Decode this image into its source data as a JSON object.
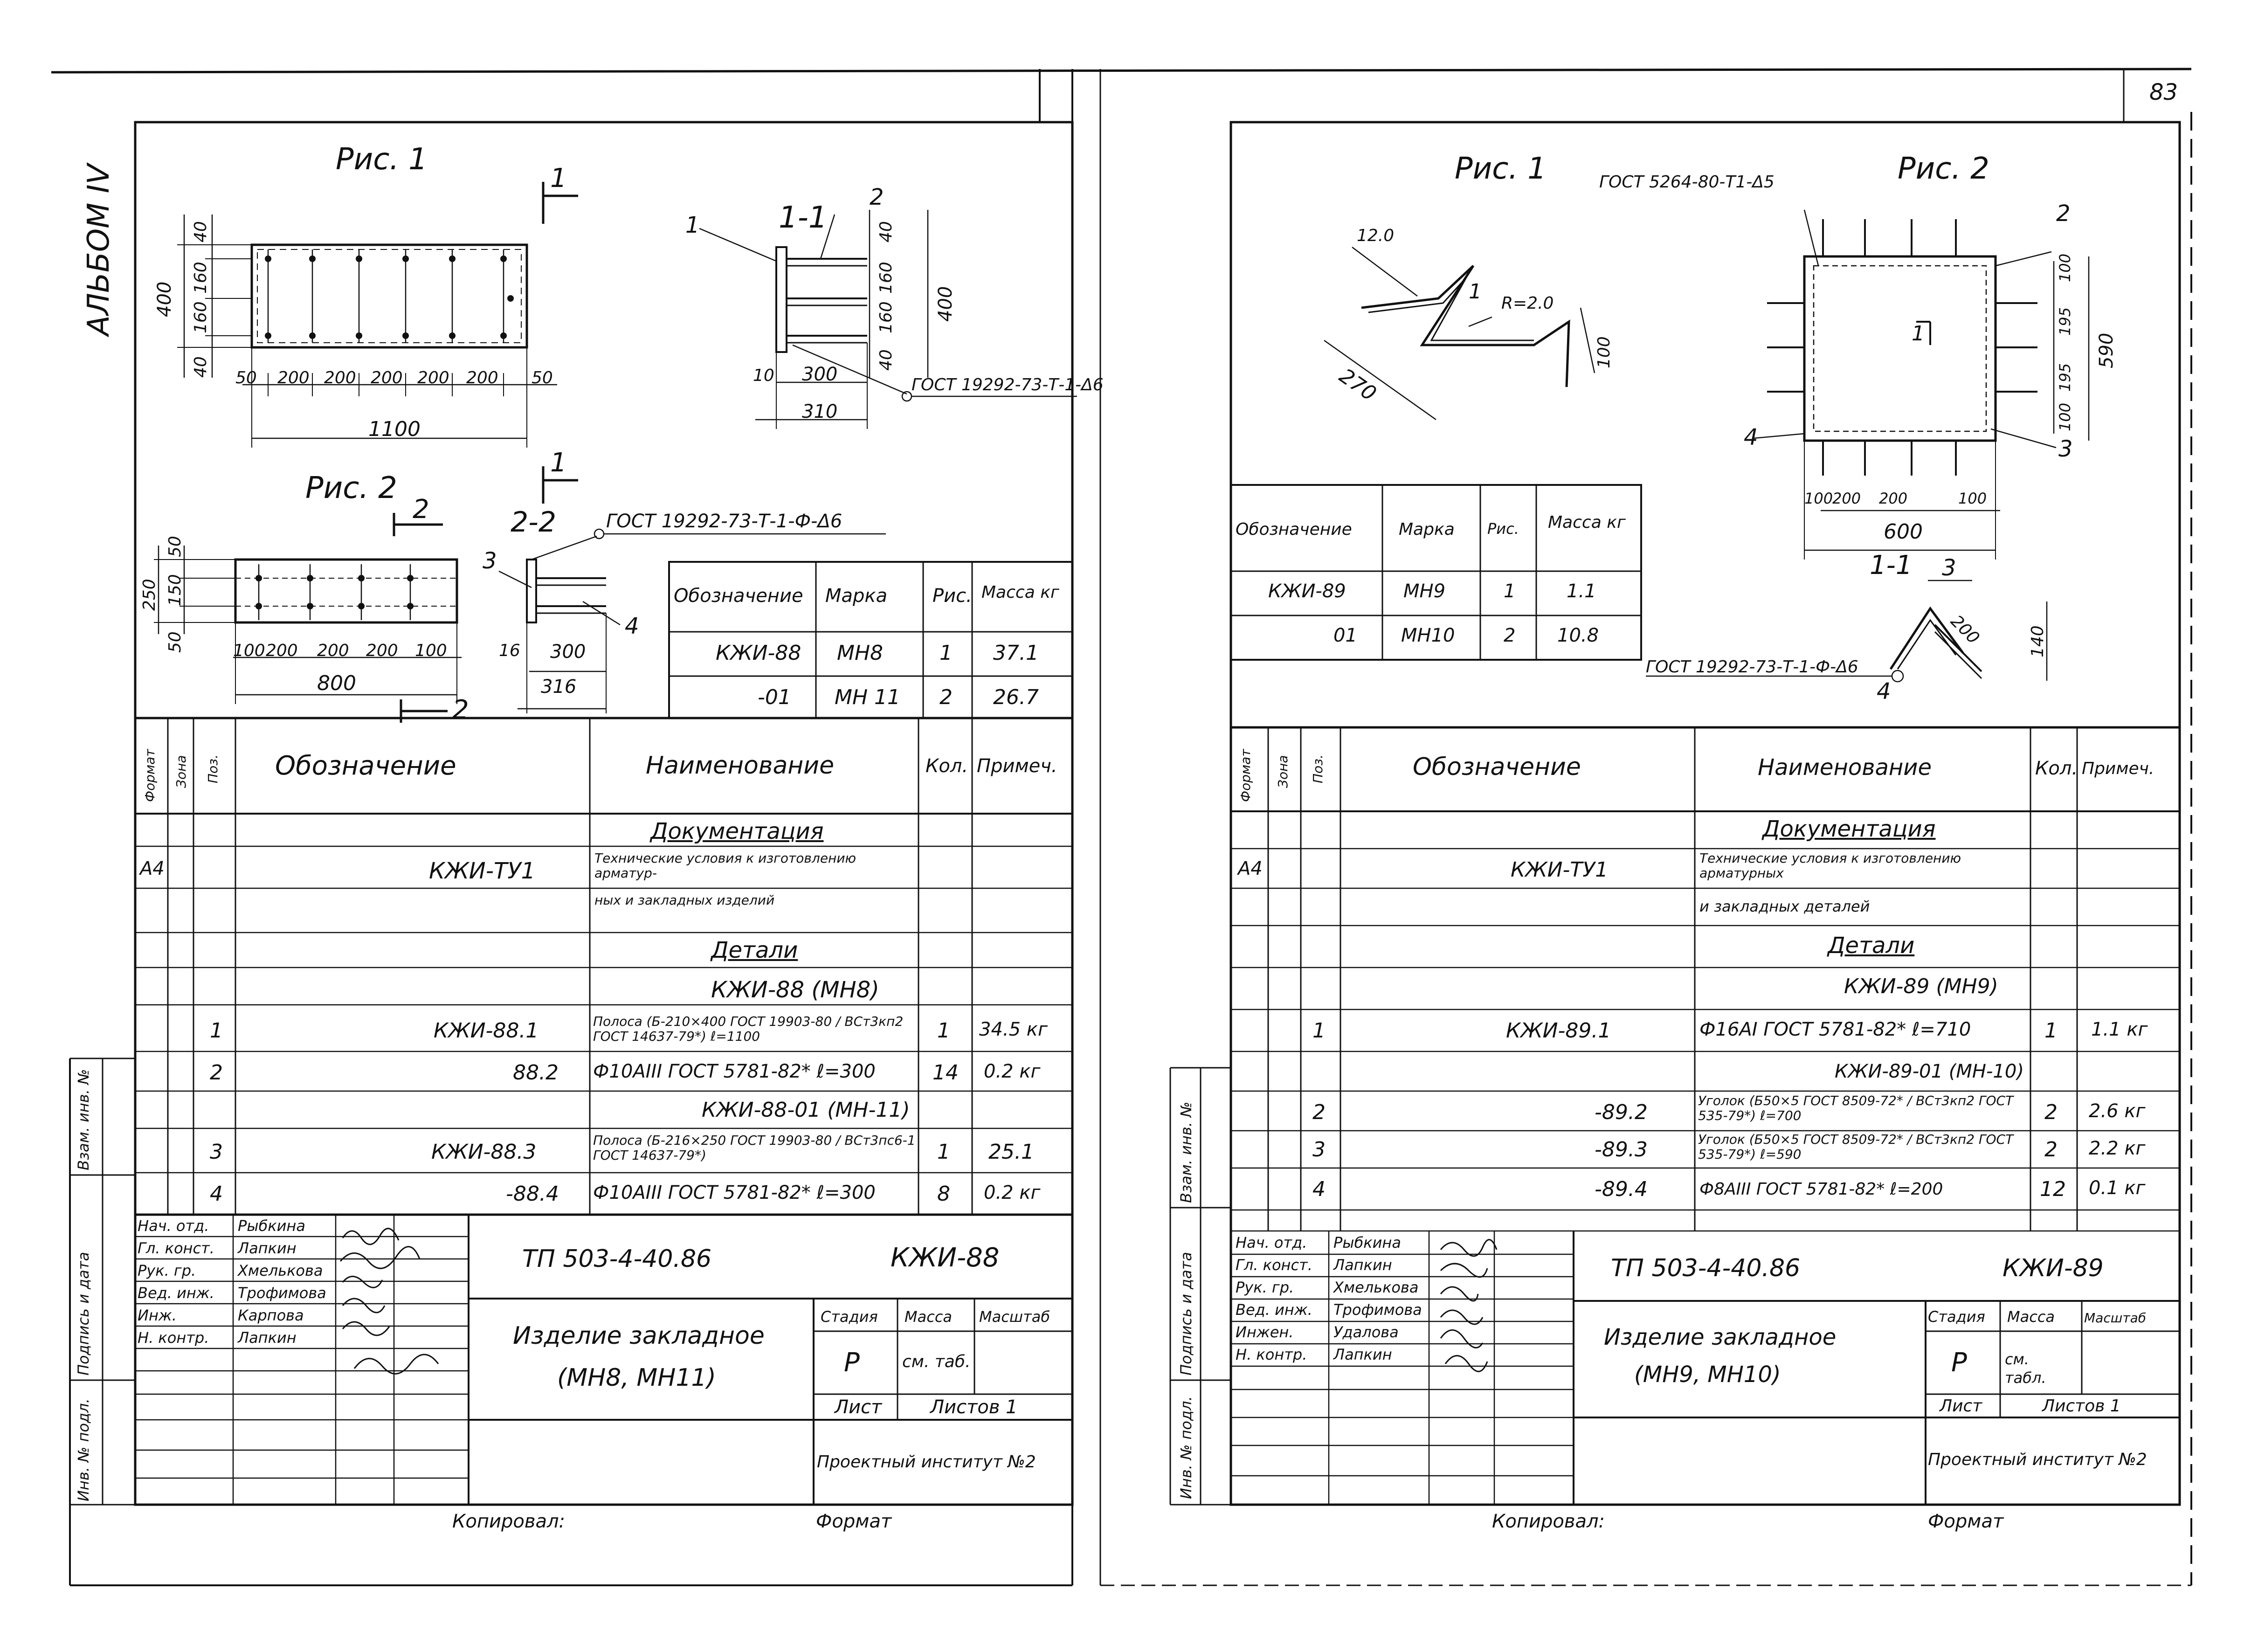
{
  "page_number": "83",
  "album_label": "АЛЬБОМ IV",
  "left": {
    "fig1_title": "Рис. 1",
    "fig2_title": "Рис. 2",
    "sec11": "1-1",
    "sec22": "2-2",
    "fig1_dims": {
      "h_total": "400",
      "h_top": "40",
      "h_mid1": "160",
      "h_mid2": "160",
      "h_bot": "40",
      "x_seq": [
        "50",
        "200",
        "200",
        "200",
        "200",
        "200",
        "50"
      ],
      "w_total": "1100"
    },
    "sec11_dims": {
      "d1": "40",
      "d2": "160",
      "d3": "160",
      "d4": "40",
      "d5": "400",
      "a": "10",
      "b": "300",
      "c": "310",
      "pos1": "1",
      "pos2": "2",
      "gost": "ГОСТ 19292-73-Т-1-Δ6"
    },
    "fig2_dims": {
      "h_total": "250",
      "h_top": "50",
      "h_mid": "150",
      "h_bot": "50",
      "x_seq": [
        "100",
        "200",
        "200",
        "200",
        "100"
      ],
      "w_total": "800"
    },
    "sec22_dims": {
      "pos3": "3",
      "pos4": "4",
      "a": "16",
      "b": "300",
      "c": "316",
      "gost": "ГОСТ 19292-73-Т-1-Ф-Δ6"
    },
    "cut_labels": {
      "one": "1",
      "two": "2"
    },
    "marks_table": {
      "headers": [
        "Обозначение",
        "Марка",
        "Рис.",
        "Масса кг"
      ],
      "rows": [
        [
          "КЖИ-88",
          "МН8",
          "1",
          "37.1"
        ],
        [
          "-01",
          "МН 11",
          "2",
          "26.7"
        ]
      ]
    },
    "spec": {
      "headers": [
        "Формат",
        "Зона",
        "Поз.",
        "Обозначение",
        "Наименование",
        "Кол.",
        "Примеч."
      ],
      "section_doc": "Документация",
      "doc_row": {
        "fmt": "А4",
        "code": "КЖИ-ТУ1",
        "name": "Технические условия к изготовлению арматур-",
        "name2": "ных и закладных изделий"
      },
      "section_parts": "Детали",
      "sub1": "КЖИ-88 (МН8)",
      "rows1": [
        {
          "pos": "1",
          "code": "КЖИ-88.1",
          "name": "Полоса (Б-210×400 ГОСТ 19903-80 / ВСт3кп2 ГОСТ 14637-79*) ℓ=1100",
          "qty": "1",
          "note": "34.5 кг"
        },
        {
          "pos": "2",
          "code": "88.2",
          "name": "Ф10АIII ГОСТ 5781-82* ℓ=300",
          "qty": "14",
          "note": "0.2 кг"
        }
      ],
      "sub2": "КЖИ-88-01 (МН-11)",
      "rows2": [
        {
          "pos": "3",
          "code": "КЖИ-88.3",
          "name": "Полоса (Б-216×250 ГОСТ 19903-80 / ВСт3пс6-1 ГОСТ 14637-79*)",
          "qty": "1",
          "note": "25.1"
        },
        {
          "pos": "4",
          "code": "-88.4",
          "name": "Ф10АIII ГОСТ 5781-82* ℓ=300",
          "qty": "8",
          "note": "0.2 кг"
        }
      ]
    },
    "stamp": {
      "roles": [
        "Нач. отд.",
        "Гл. конст.",
        "Рук. гр.",
        "Вед. инж.",
        "Инж.",
        "Н. контр."
      ],
      "names": [
        "Рыбкина",
        "Лапкин",
        "Хмелькова",
        "Трофимова",
        "Карпова",
        "Лапкин"
      ],
      "code": "ТП 503-4-40.86",
      "doc": "КЖИ-88",
      "title1": "Изделие закладное",
      "title2": "(МН8, МН11)",
      "stage_h": "Стадия",
      "mass_h": "Масса",
      "scale_h": "Масштаб",
      "stage": "Р",
      "mass": "см. таб.",
      "sheet": "Лист",
      "sheets": "Листов 1",
      "org": "Проектный институт №2"
    },
    "side": [
      "Инв. № подл.",
      "Подпись и дата",
      "Взам. инв. №"
    ],
    "copied": "Копировал:",
    "format": "Формат"
  },
  "right": {
    "fig1_title": "Рис. 1",
    "fig2_title": "Рис. 2",
    "gost_top": "ГОСТ 5264-80-Т1-Δ5",
    "fig1_dims": {
      "a": "12.0",
      "b": "270",
      "c": "100",
      "r": "R=2.0",
      "pos": "1"
    },
    "fig2_dims": {
      "p2": "2",
      "p3": "3",
      "p4": "4",
      "v1": "100",
      "v2": "195",
      "v3": "195",
      "v4": "100",
      "v_total": "590",
      "x_seq": [
        "100",
        "200",
        "200",
        "100"
      ],
      "w_total": "600",
      "cut": "1"
    },
    "sec11": "1-1",
    "sec11_dims": {
      "pos3": "3",
      "pos4": "4",
      "d": "200",
      "h": "140",
      "gost": "ГОСТ 19292-73-Т-1-Ф-Δ6"
    },
    "marks_table": {
      "headers": [
        "Обозначение",
        "Марка",
        "Рис.",
        "Масса кг"
      ],
      "rows": [
        [
          "КЖИ-89",
          "МН9",
          "1",
          "1.1"
        ],
        [
          "01",
          "МН10",
          "2",
          "10.8"
        ]
      ]
    },
    "spec": {
      "headers": [
        "Формат",
        "Зона",
        "Поз.",
        "Обозначение",
        "Наименование",
        "Кол.",
        "Примеч."
      ],
      "section_doc": "Документация",
      "doc_row": {
        "fmt": "А4",
        "code": "КЖИ-ТУ1",
        "name": "Технические условия к изготовлению арматурных",
        "name2": "и закладных деталей"
      },
      "section_parts": "Детали",
      "sub1": "КЖИ-89 (МН9)",
      "rows1": [
        {
          "pos": "1",
          "code": "КЖИ-89.1",
          "name": "Ф16АI ГОСТ 5781-82* ℓ=710",
          "qty": "1",
          "note": "1.1 кг"
        }
      ],
      "sub2": "КЖИ-89-01 (МН-10)",
      "rows2": [
        {
          "pos": "2",
          "code": "-89.2",
          "name": "Уголок (Б50×5 ГОСТ 8509-72* / ВСт3кп2 ГОСТ 535-79*) ℓ=700",
          "qty": "2",
          "note": "2.6 кг"
        },
        {
          "pos": "3",
          "code": "-89.3",
          "name": "Уголок (Б50×5 ГОСТ 8509-72* / ВСт3кп2 ГОСТ 535-79*) ℓ=590",
          "qty": "2",
          "note": "2.2 кг"
        },
        {
          "pos": "4",
          "code": "-89.4",
          "name": "Ф8АIII ГОСТ 5781-82* ℓ=200",
          "qty": "12",
          "note": "0.1 кг"
        }
      ]
    },
    "stamp": {
      "roles": [
        "Нач. отд.",
        "Гл. конст.",
        "Рук. гр.",
        "Вед. инж.",
        "Инжен.",
        "Н. контр."
      ],
      "names": [
        "Рыбкина",
        "Лапкин",
        "Хмелькова",
        "Трофимова",
        "Удалова",
        "Лапкин"
      ],
      "code": "ТП 503-4-40.86",
      "doc": "КЖИ-89",
      "title1": "Изделие закладное",
      "title2": "(МН9, МН10)",
      "stage_h": "Стадия",
      "mass_h": "Масса",
      "scale_h": "Масштаб",
      "stage": "Р",
      "mass": "см. табл.",
      "sheet": "Лист",
      "sheets": "Листов 1",
      "org": "Проектный институт №2"
    },
    "side": [
      "Инв. № подл.",
      "Подпись и дата",
      "Взам. инв. №"
    ],
    "copied": "Копировал:",
    "format": "Формат"
  }
}
